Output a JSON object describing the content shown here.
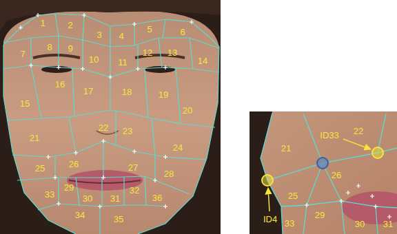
{
  "diagram": {
    "labels": [
      "1",
      "2",
      "3",
      "4",
      "5",
      "6",
      "7",
      "8",
      "9",
      "10",
      "11",
      "12",
      "13",
      "14",
      "16",
      "17",
      "18",
      "19",
      "15",
      "20",
      "21",
      "22",
      "23",
      "24",
      "25",
      "26",
      "27",
      "28",
      "33",
      "29",
      "30",
      "31",
      "32",
      "36",
      "34",
      "35",
      "ID33",
      "22",
      "21",
      "26",
      "25",
      "ID4",
      "29",
      "33",
      "30",
      "31"
    ]
  }
}
